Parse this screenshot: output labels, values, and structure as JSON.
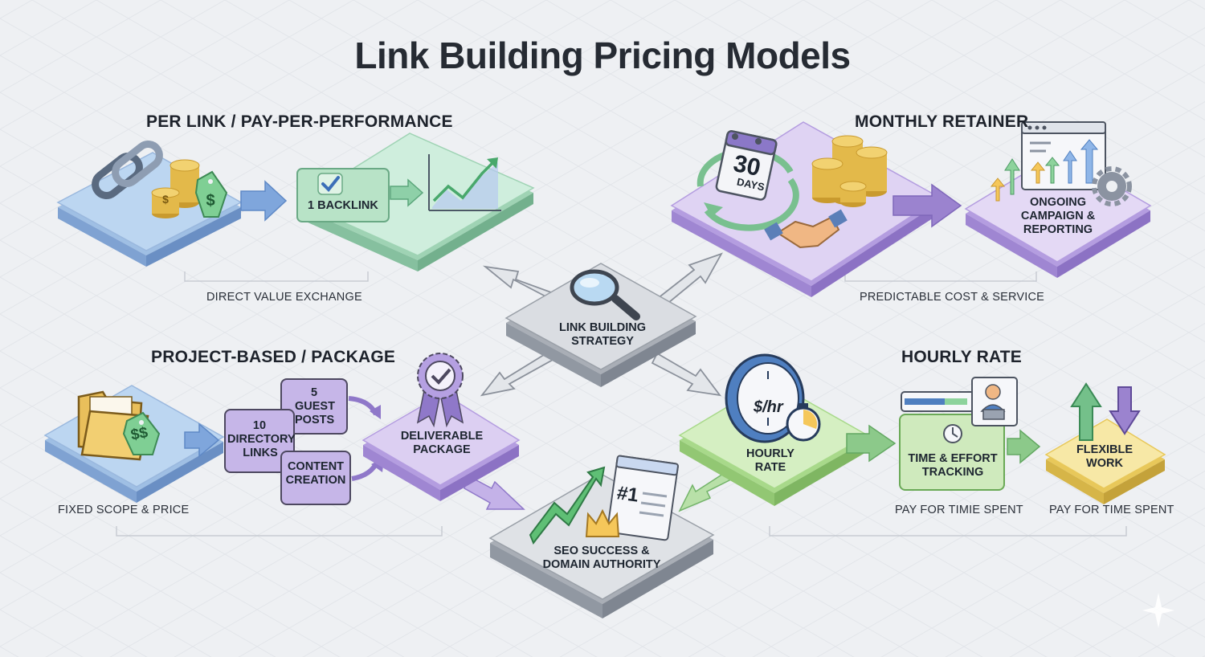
{
  "title": "Link Building Pricing Models",
  "sections": {
    "per_link": {
      "heading": "PER LINK / PAY-PER-PERFORMANCE",
      "card_label": "1 BACKLINK",
      "caption": "DIRECT VALUE EXCHANGE"
    },
    "monthly_retainer": {
      "heading": "MONTHLY RETAINER",
      "calendar_number": "30",
      "calendar_unit": "DAYS",
      "result_label": "ONGOING CAMPAIGN & REPORTING",
      "caption": "PREDICTABLE COST & SERVICE"
    },
    "project_based": {
      "heading": "PROJECT-BASED / PACKAGE",
      "tag_symbol": "$$",
      "items": [
        {
          "number": "5",
          "label": "GUEST POSTS"
        },
        {
          "number": "10",
          "label": "DIRECTORY LINKS"
        },
        {
          "number": "",
          "label": "CONTENT CREATION"
        }
      ],
      "result_label": "DELIVERABLE PACKAGE",
      "caption": "FIXED SCOPE & PRICE"
    },
    "hourly_rate": {
      "heading": "HOURLY RATE",
      "clock_label": "$/hr",
      "platform_label": "HOURLY RATE",
      "tracking_label": "TIME & EFFORT TRACKING",
      "tracking_caption": "PAY FOR TIMIE SPENT",
      "flex_label": "FLEXIBLE WORK",
      "flex_caption": "PAY FOR TIME SPENT"
    }
  },
  "center": {
    "strategy_label": "LINK BUILDING STRATEGY",
    "success_label": "SEO SUCCESS & DOMAIN AUTHORITY",
    "rank_label": "#1"
  },
  "colors": {
    "blue": "#b7d3ef",
    "green": "#c9e8d4",
    "purple": "#d9cdee",
    "gray": "#d6dadf",
    "lime": "#d2ebb8",
    "yellow": "#f6e49a",
    "arrow_blue": "#7fa6dc",
    "arrow_purple": "#9b83cf",
    "arrow_green": "#8cc98a",
    "coin": "#e3b94a"
  },
  "icons": [
    "chain-link-icon",
    "coin-stack-icon",
    "price-tag-icon",
    "checkmark-icon",
    "growth-chart-icon",
    "calendar-icon",
    "handshake-icon",
    "bar-chart-icon",
    "gear-icon",
    "magnifier-icon",
    "folder-icon",
    "award-badge-icon",
    "clock-icon",
    "stopwatch-icon",
    "person-laptop-icon",
    "trophy-crown-icon",
    "sparkle-icon"
  ]
}
